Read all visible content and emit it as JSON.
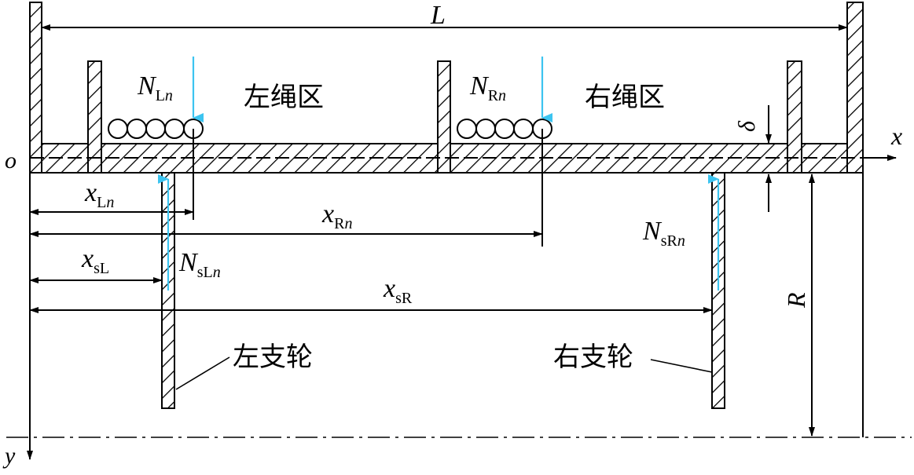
{
  "symbols": {
    "L": "L",
    "x": "x",
    "y": "y",
    "o": "o",
    "delta": "δ",
    "R": "R"
  },
  "loads": {
    "NL": {
      "main": "N",
      "sub": "L",
      "idx": "n"
    },
    "NR": {
      "main": "N",
      "sub": "R",
      "idx": "n"
    },
    "NsL": {
      "main": "N",
      "sub": "sL",
      "idx": "n"
    },
    "NsR": {
      "main": "N",
      "sub": "sR",
      "idx": "n"
    }
  },
  "dims": {
    "xL": {
      "main": "x",
      "sub": "L",
      "idx": "n"
    },
    "xR": {
      "main": "x",
      "sub": "R",
      "idx": "n"
    },
    "xsL": {
      "main": "x",
      "sub": "sL"
    },
    "xsR": {
      "main": "x",
      "sub": "sR"
    }
  },
  "zones": {
    "left": "左绳区",
    "right": "右绳区"
  },
  "wheels": {
    "left": "左支轮",
    "right": "右支轮"
  },
  "colors": {
    "load_arrow": "#3cc4f0",
    "line": "#000000",
    "background": "#ffffff"
  }
}
